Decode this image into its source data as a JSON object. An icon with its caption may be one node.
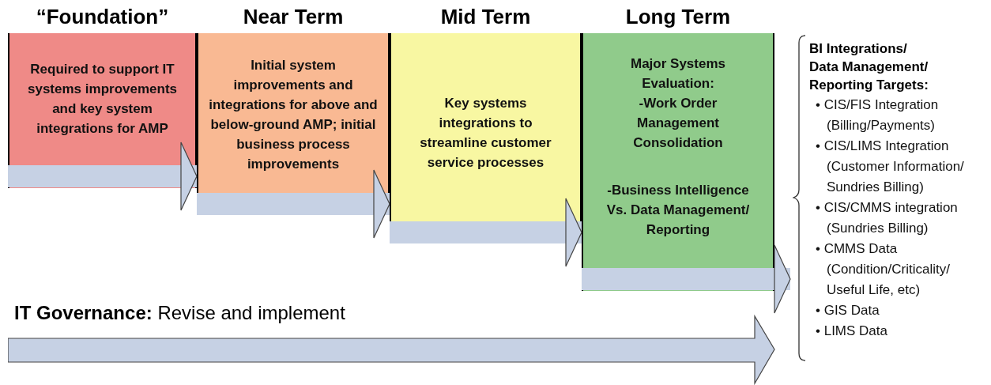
{
  "diagram": {
    "nodes": [
      {
        "text": [
          "“Foundation”",
          "Required to support IT systems improvements and key system integrations for AMP"
        ]
      },
      {
        "text": [
          "Near Term",
          "Initial system improvements and integrations for above and below-ground AMP; initial business process improvements"
        ]
      },
      {
        "text": [
          "Mid Term",
          "Key systems integrations to streamline customer service processes"
        ]
      },
      {
        "text": [
          "Long Term",
          "Major Systems Evaluation: -Work Order Management Consolidation",
          "-Business Intelligence Vs. Data Management/ Reporting"
        ]
      },
      {
        "text": [
          "**IT Governance:** Revise and implement"
        ]
      },
      {
        "text": [
          "BI Integrations/ Data Management/ Reporting Targets:",
          "• CIS/FIS Integration (Billing/Payments)",
          "• CIS/LIMS Integration (Customer Information/ Sundries Billing)",
          "• CIS/CMMS integration (Sundries Billing)",
          "• CMMS Data (Condition/Criticality/ Useful Life, etc)",
          "• GIS Data",
          "• LIMS Data"
        ]
      }
    ],
    "edges": [
      {
        "from": 0,
        "to": 1,
        "arrow": "to"
      },
      {
        "from": 1,
        "to": 2,
        "arrow": "to"
      },
      {
        "from": 2,
        "to": 3,
        "arrow": "to"
      },
      {
        "from": 3,
        "to": 5,
        "arrow": "to"
      }
    ]
  }
}
